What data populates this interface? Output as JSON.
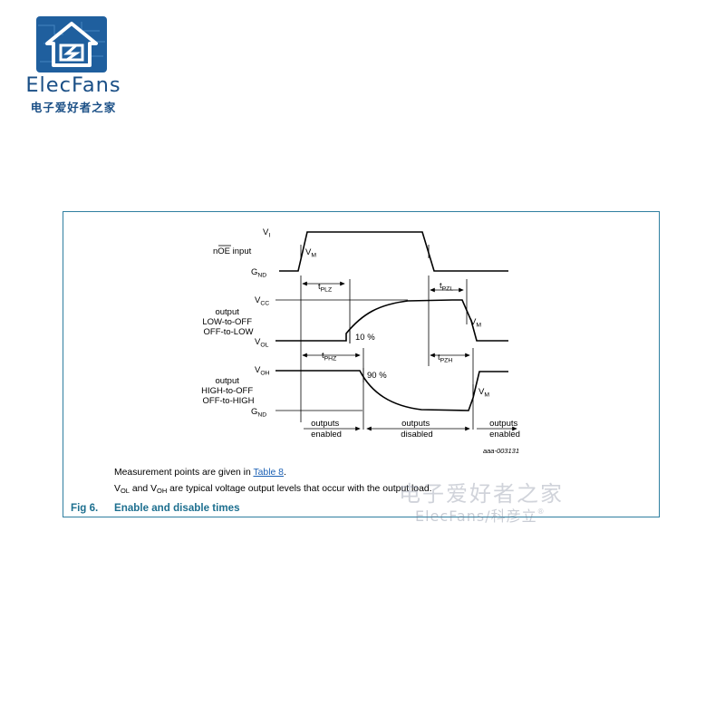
{
  "logo": {
    "brand_name": "ElecFans",
    "tagline": "电子爱好者之家"
  },
  "figure": {
    "signals": {
      "input": "nOE input",
      "output_low": [
        "output",
        "LOW-to-OFF",
        "OFF-to-LOW"
      ],
      "output_high": [
        "output",
        "HIGH-to-OFF",
        "OFF-to-HIGH"
      ]
    },
    "levels": {
      "vi": "VI",
      "gnd": "GND",
      "vcc": "VCC",
      "vol": "VOL",
      "voh": "VOH",
      "vm": "VM"
    },
    "timing_labels": {
      "tplz": "tPLZ",
      "tpzl": "tPZL",
      "tphz": "tPHZ",
      "tpzh": "tPZH"
    },
    "thresholds": {
      "ten_percent": "10 %",
      "ninety_percent": "90 %"
    },
    "states": {
      "enabled_left": [
        "outputs",
        "enabled"
      ],
      "disabled": [
        "outputs",
        "disabled"
      ],
      "enabled_right": [
        "outputs",
        "enabled"
      ]
    },
    "figure_code": "aaa-003131",
    "notes": {
      "note1_text": "Measurement points are given in ",
      "note1_link": "Table 8",
      "note1_end": ".",
      "note2_v1": "V",
      "note2_v1_sub": "OL",
      "note2_mid": " and ",
      "note2_v2": "V",
      "note2_v2_sub": "OH",
      "note2_end": " are typical voltage output levels that occur with the output load."
    },
    "fig_label": "Fig 6.",
    "fig_title": "Enable and disable times"
  },
  "watermark": {
    "chinese": "电子爱好者之家",
    "english": "ElecFans/科彦立",
    "mark": "®"
  }
}
